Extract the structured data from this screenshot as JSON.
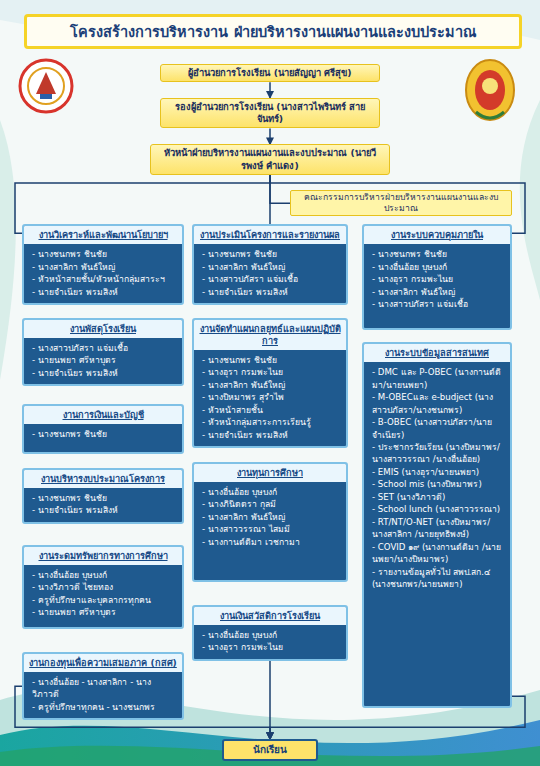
{
  "diagram": {
    "title": "โครงสร้างการบริหารงาน ฝ่ายบริหารงานแผนงานและงบประมาณ",
    "nodes": [
      {
        "text": [
          "ผู้อำนวยการโรงเรียน (นายสัญญา ศรีสุข)"
        ]
      },
      {
        "text": [
          "รองผู้อำนวยการโรงเรียน (นางสาวไพรินทร์ สายจันทร์)"
        ]
      },
      {
        "text": [
          "หัวหน้าฝ่ายบริหารงานแผนงานและงบประมาณ (นายวีรพงษ์ คำแดง)"
        ]
      },
      {
        "text": [
          "คณะกรรมการบริหารฝ่ายบริหารงานแผนงานและงบประมาณ"
        ]
      },
      {
        "text": [
          "งานวิเคราะห์และพัฒนานโยบายฯ",
          "- นางชนกพร ชินชัย",
          "- นางสาลิกา พันธ์ใหญ่",
          "- หัวหน้าสายชั้น/หัวหน้ากลุ่มสาระฯ",
          "- นายจำเนียร พรมสิงห์"
        ]
      },
      {
        "text": [
          "งานพัสดุโรงเรียน",
          "- นางสาวปภัสรา แจ่มเชื้อ",
          "- นายนพยา ศรีหาบุตร",
          "- นายจำเนียร พรมสิงห์"
        ]
      },
      {
        "text": [
          "งานการเงินและบัญชี",
          "- นางชนกพร ชินชัย"
        ]
      },
      {
        "text": [
          "งานบริหารงบประมาณโครงการ",
          "- นางชนกพร ชินชัย",
          "- นายจำเนียร พรมสิงห์"
        ]
      },
      {
        "text": [
          "งานระดมทรัพยากรทางการศึกษา",
          "- นางอื่นอ้อย บุษบงก์",
          "- นางวิภาวดี ไชยทอง",
          "- ครูที่ปรึกษาและบุคลากรทุกคน",
          "- นายนพยา ศรีหาบุตร"
        ]
      },
      {
        "text": [
          "งานกองทุนเพื่อความเสมอภาค (กสศ)",
          "- นางอื่นอ้อย - นางสาลิกา - นางวิภาวดี",
          "- ครูที่ปรึกษาทุกคน - นางชนกพร"
        ]
      },
      {
        "text": [
          "งานประเมินโครงการและรายงานผล",
          "- นางชนกพร ชินชัย",
          "- นางสาลิกา พันธ์ใหญ่",
          "- นางสาวปภัสรา แจ่มเชื้อ",
          "- นายจำเนียร พรมสิงห์"
        ]
      },
      {
        "text": [
          "งานจัดทำแผนกลยุทธ์และแผนปฏิบัติการ",
          "- นางชนกพร ชินชัย",
          "- นางอุรา กรมพะไนย",
          "- นางสาลิกา พันธ์ใหญ่",
          "- นางปิหมาพร สุรำไพ",
          "- หัวหน้าสายชั้น",
          "- หัวหน้ากลุ่มสาระการเรียนรู้",
          "- นายจำเนียร พรมสิงห์"
        ]
      },
      {
        "text": [
          "งานทุนการศึกษา",
          "- นางอื่นอ้อย บุษบงก์",
          "- นางภินิดตรา กุลมี",
          "- นางสาลิกา พันธ์ใหญ่",
          "- นางสาววรรณา ไสมมี",
          "- นางกานต์ติมา เวชกามา"
        ]
      },
      {
        "text": [
          "งานเงินสวัสดิการโรงเรียน",
          "- นางอื่นอ้อย บุษบงก์",
          "- นางอุรา กรมพะไนย"
        ]
      },
      {
        "text": [
          "งานระบบควบคุมภายใน",
          "- นางชนกพร ชินชัย",
          "- นางอื่นอ้อย บุษบงก์",
          "- นางอุรา กรมพะไนย",
          "- นางสาลิกา พันธ์ใหญ่",
          "- นางสาวปภัสรา แจ่มเชื้อ"
        ]
      },
      {
        "text": [
          "งานระบบข้อมูลสารสนเทศ",
          "- DMC และ P-OBEC (นางกานต์ติมา/นายนพยา)",
          "- M-OBECและ e-budject (นางสาวปภัสรา/นางชนกพร)",
          "- B-OBEC (นางสาวปภัสรา/นายจำเนียร)",
          "- ประชากรวัยเรียน (นางปิหมาพร/นางสาววรรณา /นางอื่นอ้อย)",
          "- EMIS (นางอุรา/นายนพยา)",
          "- School mis (นางปิหมาพร)",
          "- SET (นางวิภาวดี)",
          "- School lunch (นางสาววรรณา)",
          "- RT/NT/O-NET (นางปิหมาพร/นางสาลิกา /นายยุทธิพงษ์)",
          "- COVID ๑๙ (นางกานต์ติมา /นายนพยา/นางปิหมาพร)",
          "- รายงานข้อมูลทั่วไป สพป.สก.๔ (นางชนกพร/นายนพยา)"
        ]
      },
      {
        "text": [
          "นักเรียน"
        ]
      }
    ],
    "edges": [
      {
        "from": 0,
        "to": 1,
        "arrow": "to"
      },
      {
        "from": 1,
        "to": 2,
        "arrow": "to"
      },
      {
        "from": 2,
        "to": 3,
        "arrow": "none"
      },
      {
        "from": 2,
        "to": 4,
        "arrow": "none"
      },
      {
        "from": 2,
        "to": 10,
        "arrow": "none"
      },
      {
        "from": 2,
        "to": 14,
        "arrow": "none"
      },
      {
        "from": 9,
        "to": 16,
        "arrow": "to"
      },
      {
        "from": 13,
        "to": 16,
        "arrow": "to"
      },
      {
        "from": 15,
        "to": 16,
        "arrow": "to"
      }
    ]
  }
}
